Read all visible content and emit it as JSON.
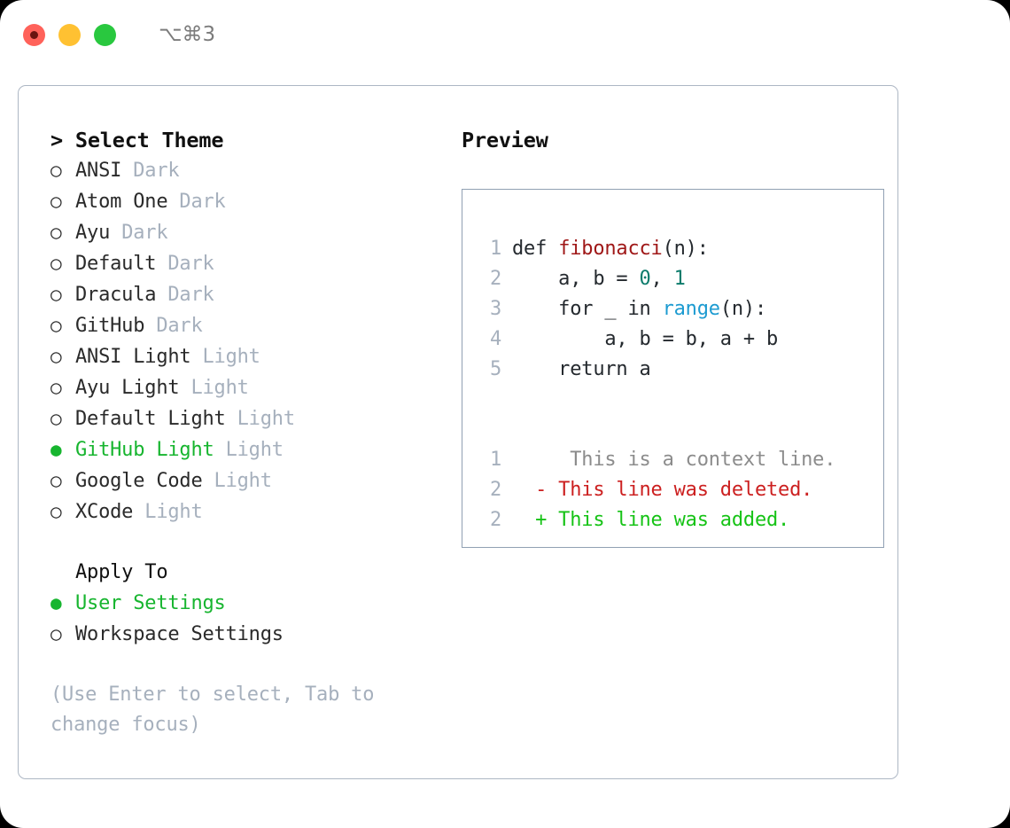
{
  "window": {
    "shortcut": "⌥⌘3",
    "traffic_lights": [
      {
        "name": "close",
        "color": "#ff625a"
      },
      {
        "name": "minimize",
        "color": "#ffc132"
      },
      {
        "name": "maximize",
        "color": "#29c83f"
      }
    ]
  },
  "left": {
    "heading": "> Select Theme",
    "themes": [
      {
        "marker": "○",
        "name": "ANSI",
        "variant": "Dark",
        "selected": false
      },
      {
        "marker": "○",
        "name": "Atom One",
        "variant": "Dark",
        "selected": false
      },
      {
        "marker": "○",
        "name": "Ayu",
        "variant": "Dark",
        "selected": false
      },
      {
        "marker": "○",
        "name": "Default",
        "variant": "Dark",
        "selected": false
      },
      {
        "marker": "○",
        "name": "Dracula",
        "variant": "Dark",
        "selected": false
      },
      {
        "marker": "○",
        "name": "GitHub",
        "variant": "Dark",
        "selected": false
      },
      {
        "marker": "○",
        "name": "ANSI Light",
        "variant": "Light",
        "selected": false
      },
      {
        "marker": "○",
        "name": "Ayu Light",
        "variant": "Light",
        "selected": false
      },
      {
        "marker": "○",
        "name": "Default Light",
        "variant": "Light",
        "selected": false
      },
      {
        "marker": "●",
        "name": "GitHub Light",
        "variant": "Light",
        "selected": true
      },
      {
        "marker": "○",
        "name": "Google Code",
        "variant": "Light",
        "selected": false
      },
      {
        "marker": "○",
        "name": "XCode",
        "variant": "Light",
        "selected": false
      }
    ],
    "apply_to": {
      "heading": "Apply To",
      "options": [
        {
          "marker": "●",
          "label": "User Settings",
          "selected": true
        },
        {
          "marker": "○",
          "label": "Workspace Settings",
          "selected": false
        }
      ]
    },
    "hint": "(Use Enter to select, Tab to change focus)"
  },
  "right": {
    "heading": "Preview",
    "code_lines": [
      {
        "num": "1",
        "parts": [
          {
            "text": "def ",
            "style": "plain"
          },
          {
            "text": "fibonacci",
            "style": "fn"
          },
          {
            "text": "(n):",
            "style": "plain"
          }
        ]
      },
      {
        "num": "2",
        "parts": [
          {
            "text": "    a, b = ",
            "style": "plain"
          },
          {
            "text": "0",
            "style": "num"
          },
          {
            "text": ", ",
            "style": "plain"
          },
          {
            "text": "1",
            "style": "num"
          }
        ]
      },
      {
        "num": "3",
        "parts": [
          {
            "text": "    for _ in ",
            "style": "plain"
          },
          {
            "text": "range",
            "style": "call"
          },
          {
            "text": "(n):",
            "style": "plain"
          }
        ]
      },
      {
        "num": "4",
        "parts": [
          {
            "text": "        a, b = b, a + b",
            "style": "plain"
          }
        ]
      },
      {
        "num": "5",
        "parts": [
          {
            "text": "    return a",
            "style": "plain"
          }
        ]
      }
    ],
    "diff_lines": [
      {
        "num": "1",
        "sign": " ",
        "text": "  This is a context line.",
        "kind": "ctx"
      },
      {
        "num": "2",
        "sign": "-",
        "text": " This line was deleted.",
        "kind": "del"
      },
      {
        "num": "2",
        "sign": "+",
        "text": " This line was added.",
        "kind": "add"
      }
    ]
  },
  "colors": {
    "accent_green": "#17b52f",
    "muted": "#a6b0bd",
    "border": "#adb7c4",
    "preview_border": "#90a0b3",
    "fn": "#9f1717",
    "number": "#0b7b6b",
    "call": "#1d9bd1",
    "diff_add": "#16c316",
    "diff_del": "#cc2020",
    "diff_ctx": "#8c8c8c"
  }
}
